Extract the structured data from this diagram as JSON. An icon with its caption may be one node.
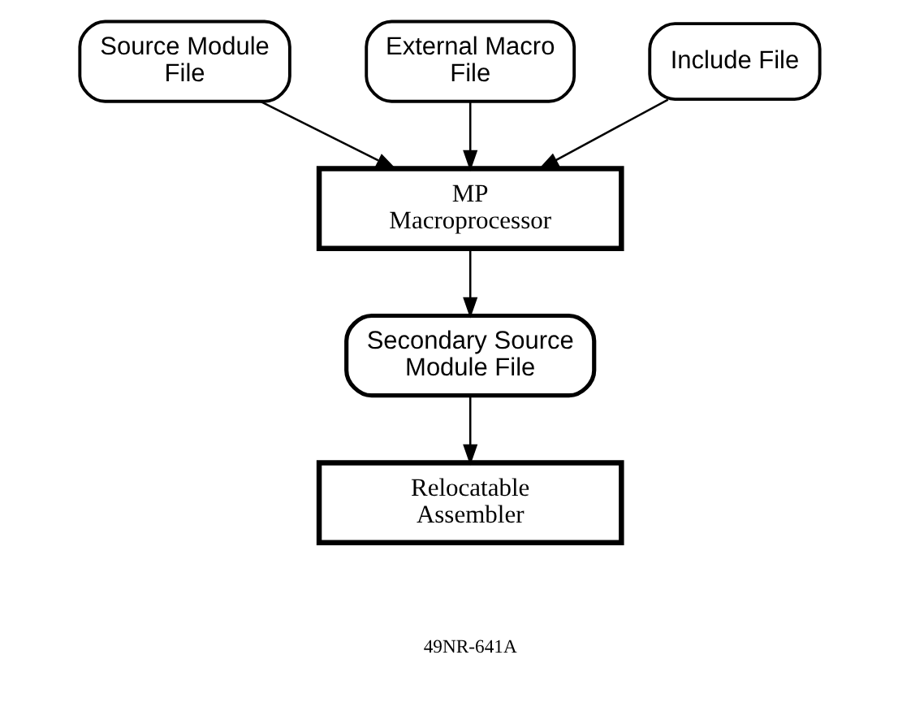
{
  "diagram": {
    "nodes": [
      {
        "text": [
          "Source Module File"
        ]
      },
      {
        "text": [
          "External Macro File"
        ]
      },
      {
        "text": [
          "Include File"
        ]
      },
      {
        "text": [
          "MP Macroprocessor"
        ]
      },
      {
        "text": [
          "Secondary Source Module File"
        ]
      },
      {
        "text": [
          "Relocatable Assembler"
        ]
      }
    ],
    "edges": [
      {
        "from": 0,
        "to": 3,
        "arrow": "to"
      },
      {
        "from": 1,
        "to": 3,
        "arrow": "to"
      },
      {
        "from": 2,
        "to": 3,
        "arrow": "to"
      },
      {
        "from": 3,
        "to": 4,
        "arrow": "to"
      },
      {
        "from": 4,
        "to": 5,
        "arrow": "to"
      }
    ],
    "labels": [
      "49NR-641A"
    ]
  }
}
